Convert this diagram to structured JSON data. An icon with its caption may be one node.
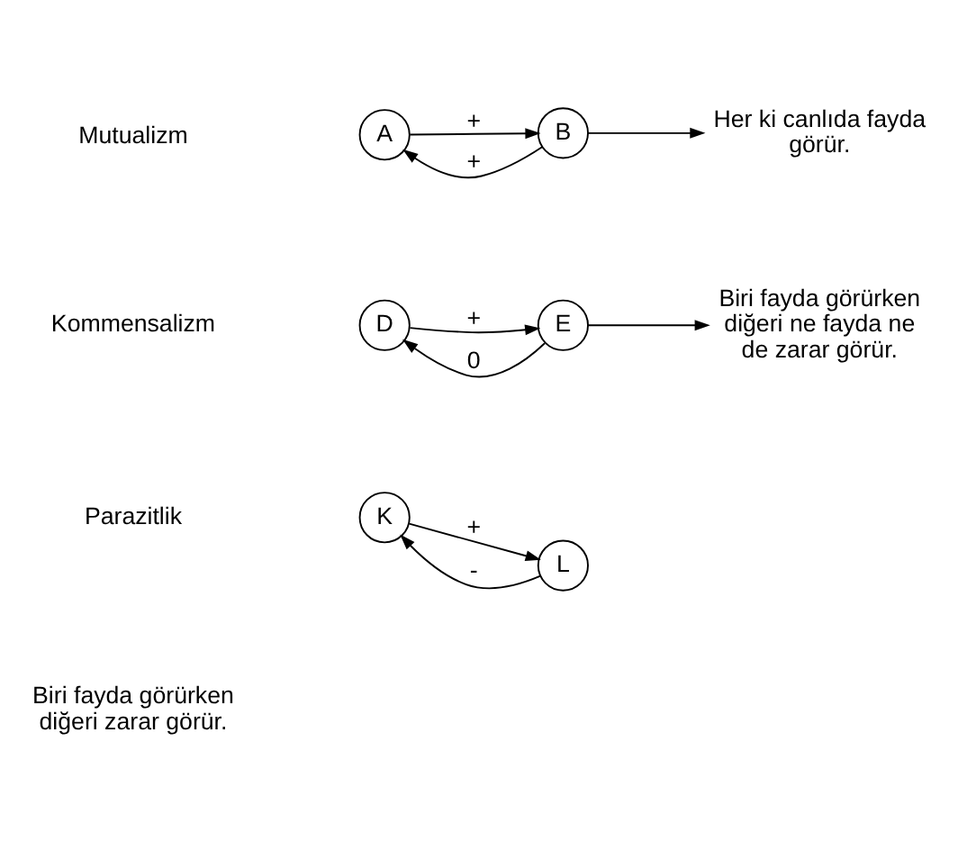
{
  "diagram": {
    "nodes": [
      {
        "text": [
          "A"
        ]
      },
      {
        "text": [
          "B"
        ]
      },
      {
        "text": [
          "Her ki canlıda fayda görür."
        ]
      },
      {
        "text": [
          "D"
        ]
      },
      {
        "text": [
          "E"
        ]
      },
      {
        "text": [
          "Biri fayda görürken diğeri ne fayda ne de zarar görür."
        ]
      },
      {
        "text": [
          "K"
        ]
      },
      {
        "text": [
          "L"
        ]
      }
    ],
    "edges": [
      {
        "from": 0,
        "to": 1,
        "arrow": "to",
        "label": "+"
      },
      {
        "from": 1,
        "to": 0,
        "arrow": "to",
        "label": "+"
      },
      {
        "from": 1,
        "to": 2,
        "arrow": "to"
      },
      {
        "from": 3,
        "to": 4,
        "arrow": "to",
        "label": "+"
      },
      {
        "from": 4,
        "to": 3,
        "arrow": "to",
        "label": "0"
      },
      {
        "from": 4,
        "to": 5,
        "arrow": "to"
      },
      {
        "from": 6,
        "to": 7,
        "arrow": "to",
        "label": "+"
      },
      {
        "from": 7,
        "to": 6,
        "arrow": "to",
        "label": "-"
      }
    ],
    "labels": [
      "Mutualizm",
      "Kommensalizm",
      "Parazitlik",
      "Biri fayda görürken diğeri zarar görür."
    ]
  }
}
